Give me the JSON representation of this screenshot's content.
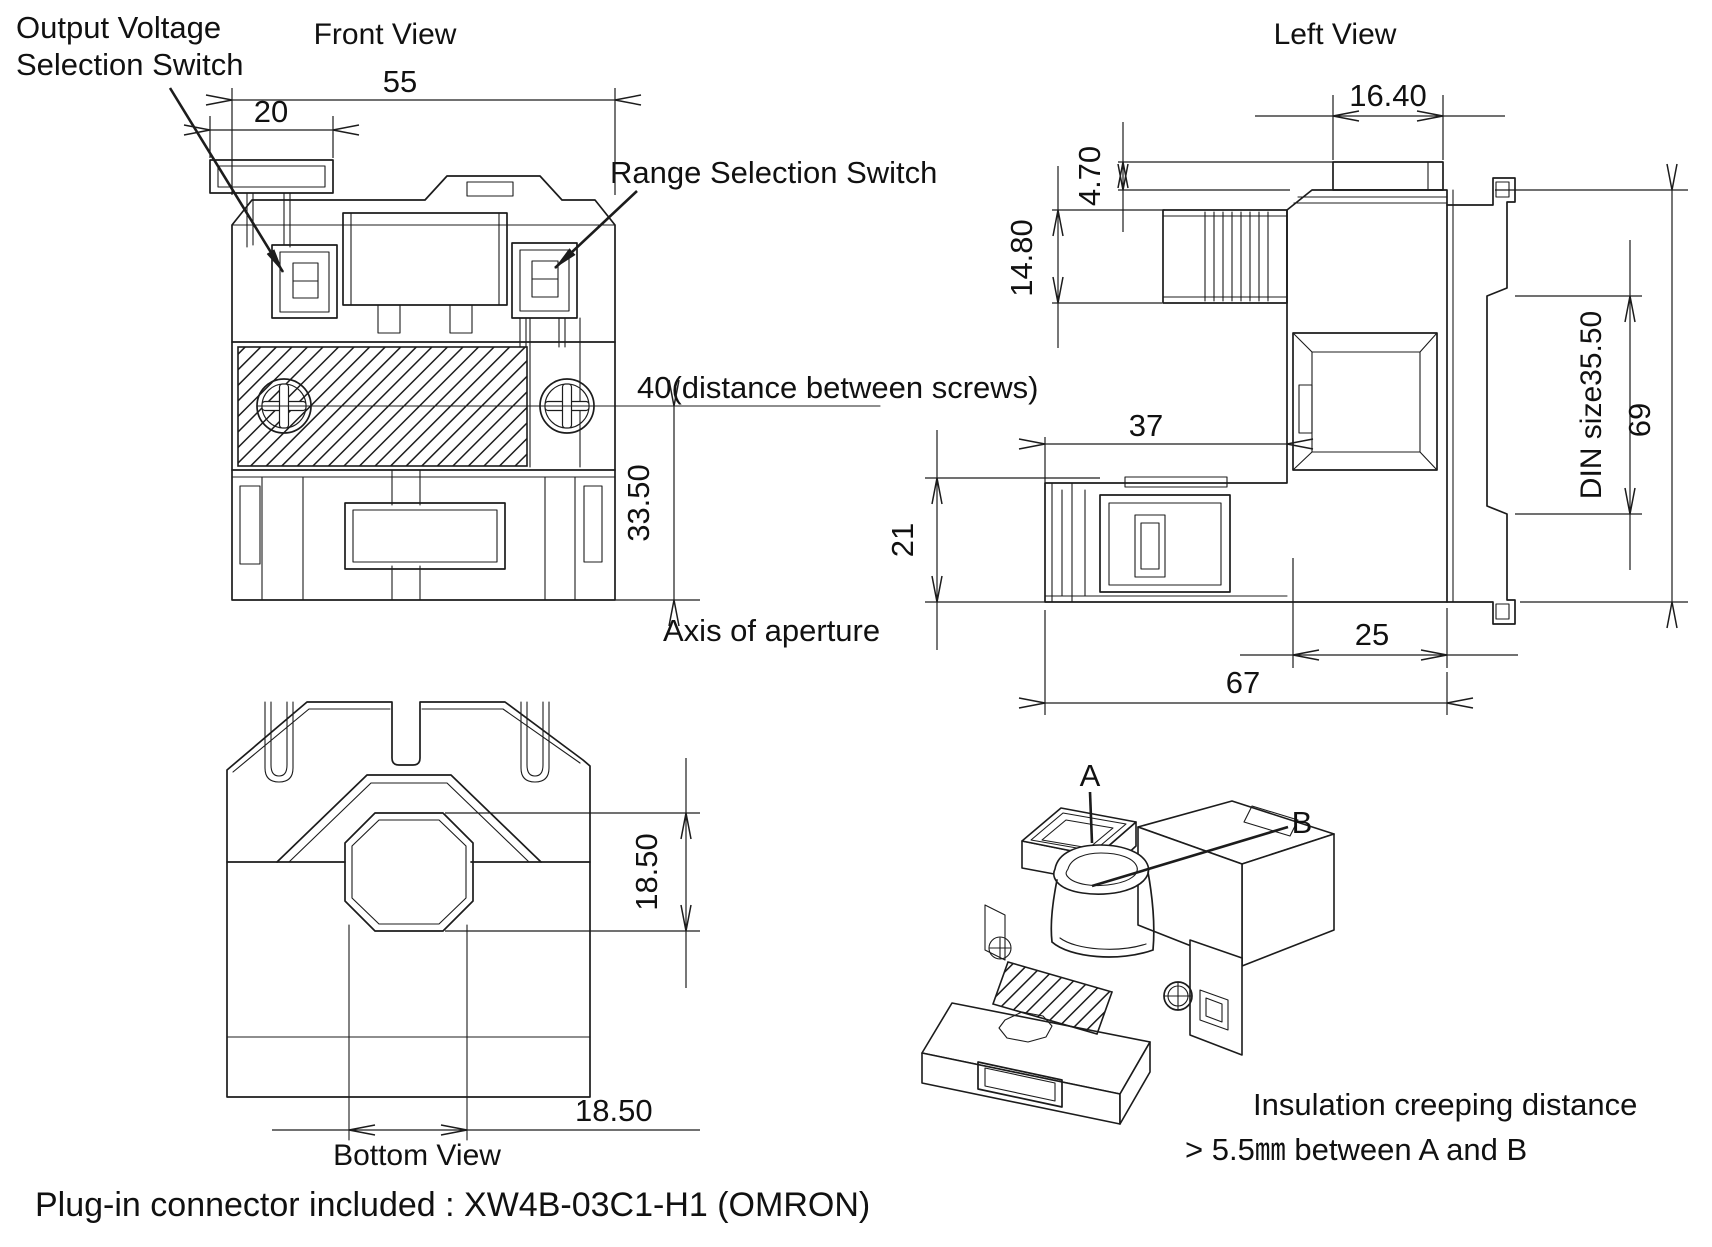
{
  "colors": {
    "line": "#1c1c1c",
    "text": "#111111",
    "background": "#ffffff"
  },
  "front_view": {
    "title": "Front View",
    "label_output_voltage_line1": "Output Voltage",
    "label_output_voltage_line2": "Selection Switch",
    "label_range_selection": "Range Selection Switch",
    "label_screw_distance": "40(distance between screws)",
    "label_axis": "Axis of aperture",
    "dim_overall_width": "55",
    "dim_switch_cap_width": "20",
    "dim_axis_to_bottom": "33.50"
  },
  "left_view": {
    "title": "Left View",
    "dim_top_cap_width": "16.40",
    "dim_cap_height": "4.70",
    "dim_head_height": "14.80",
    "dim_body_depth": "37",
    "dim_connector_height": "21",
    "dim_din_size": "DIN size35.50",
    "dim_overall_height": "69",
    "dim_rail_offset": "25",
    "dim_overall_depth": "67"
  },
  "bottom_view": {
    "title": "Bottom View",
    "dim_aperture_height": "18.50",
    "dim_aperture_width": "18.50"
  },
  "isometric_view": {
    "label_a": "A",
    "label_b": "B",
    "note_line1": "Insulation creeping distance",
    "note_line2": "> 5.5㎜ between A and B"
  },
  "footer": {
    "note": "Plug-in connector included : XW4B-03C1-H1 (OMRON)"
  }
}
